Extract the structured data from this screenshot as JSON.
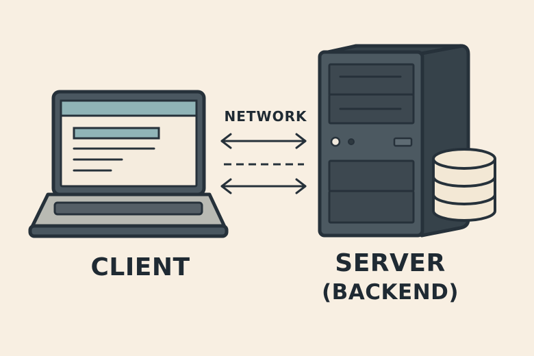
{
  "labels": {
    "network": "NETWORK",
    "client": "CLIENT",
    "server_line1": "SERVER",
    "server_line2": "(BACKEND)"
  },
  "colors": {
    "background": "#f8efe2",
    "outline": "#2b3640",
    "server_body": "#4c5961",
    "screen_bar": "#90b4b7",
    "database": "#f3e8d5"
  },
  "icons": {
    "laptop": "laptop-icon",
    "server": "server-tower-icon",
    "database": "database-icon",
    "arrows": "bidirectional-arrow-icon"
  }
}
